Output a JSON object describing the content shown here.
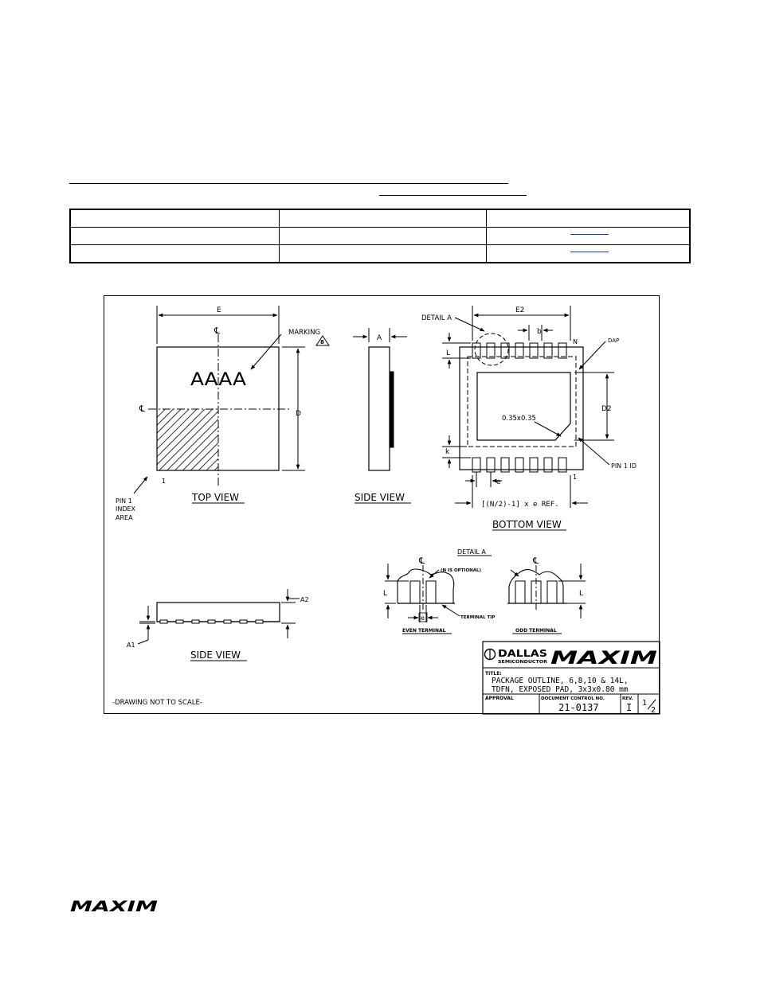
{
  "drawing": {
    "labels": {
      "E": "E",
      "D": "D",
      "cl": "℄",
      "marking": "MARKING",
      "marking_note": "8",
      "aaaa": "AAAA",
      "pin1_number": "1",
      "pin1_index_1": "PIN 1",
      "pin1_index_2": "INDEX",
      "pin1_index_3": "AREA",
      "A": "A",
      "detail_a_arrow": "DETAIL A",
      "E2": "E2",
      "b": "b",
      "N": "N",
      "DAP": "DAP",
      "L": "L",
      "D2": "D2",
      "pad_chamfer": "0.35x0.35",
      "k": "k",
      "pin1_id": "PIN 1 ID",
      "bottom_pin1": "1",
      "e": "e",
      "pitch_ref": "[(N/2)-1] x e REF.",
      "A2": "A2",
      "A1": "A1",
      "detail_a_title": "DETAIL A",
      "optional_note": "(N IS OPTIONAL)",
      "terminal_tip": "TERMINAL TIP",
      "even_terminal": "EVEN TERMINAL",
      "odd_terminal": "ODD TERMINAL",
      "e_box": "e"
    },
    "views": {
      "top_view": "TOP VIEW",
      "side_view_right": "SIDE VIEW",
      "bottom_view": "BOTTOM VIEW",
      "side_view_bottom": "SIDE VIEW"
    },
    "not_to_scale": "-DRAWING NOT TO SCALE-",
    "title_block": {
      "dallas_logo": "DALLAS",
      "dallas_sub": "SEMICONDUCTOR",
      "maxim_logo": "MAXIM",
      "title_label": "TITLE:",
      "title_line1": "PACKAGE OUTLINE, 6,8,10 & 14L,",
      "title_line2": "TDFN, EXPOSED PAD, 3x3x0.80 mm",
      "approval_label": "APPROVAL",
      "doc_control_label": "DOCUMENT CONTROL NO.",
      "doc_number": "21-0137",
      "rev_label": "REV.",
      "rev_value": "I",
      "sheet_num": "1",
      "sheet_den": "2"
    }
  },
  "footer": {
    "logo": "MAXIM"
  },
  "colors": {
    "ink": "#000000",
    "link": "#1a3fa8",
    "paper": "#ffffff"
  }
}
